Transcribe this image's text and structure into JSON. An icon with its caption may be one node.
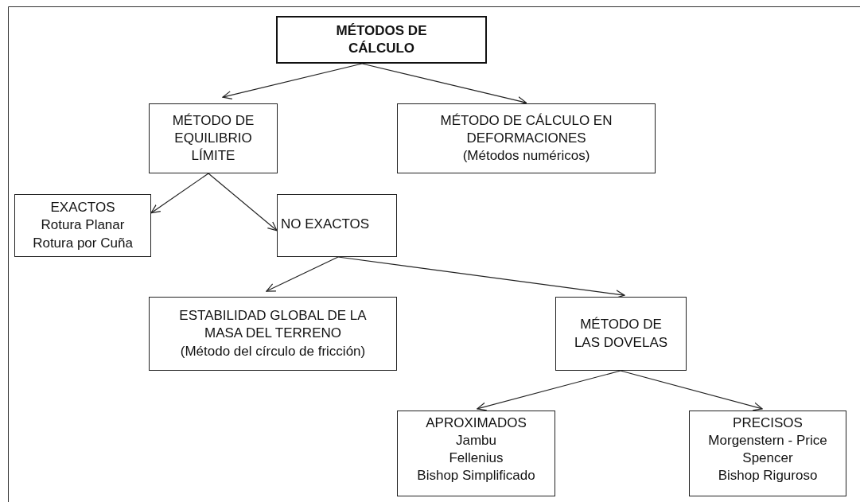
{
  "diagram": {
    "nodes": [
      {
        "text": [
          "MÉTODOS DE CÁLCULO"
        ]
      },
      {
        "text": [
          "MÉTODO DE EQUILIBRIO LÍMITE"
        ]
      },
      {
        "text": [
          "MÉTODO DE CÁLCULO EN DEFORMACIONES",
          "(Métodos numéricos)"
        ]
      },
      {
        "text": [
          "EXACTOS",
          "Rotura Planar",
          "Rotura por Cuña"
        ]
      },
      {
        "text": [
          "NO EXACTOS"
        ]
      },
      {
        "text": [
          "ESTABILIDAD GLOBAL DE LA MASA DEL TERRENO",
          "(Método del círculo de fricción)"
        ]
      },
      {
        "text": [
          "MÉTODO DE LAS DOVELAS"
        ]
      },
      {
        "text": [
          "APROXIMADOS",
          "Jambu",
          "Fellenius",
          "Bishop Simplificado"
        ]
      },
      {
        "text": [
          "PRECISOS",
          "Morgenstern - Price",
          "Spencer",
          "Bishop Riguroso"
        ]
      }
    ],
    "edges": [
      {
        "from": 0,
        "to": 1,
        "arrow": "to"
      },
      {
        "from": 0,
        "to": 2,
        "arrow": "to"
      },
      {
        "from": 1,
        "to": 3,
        "arrow": "to"
      },
      {
        "from": 1,
        "to": 4,
        "arrow": "to"
      },
      {
        "from": 4,
        "to": 5,
        "arrow": "to"
      },
      {
        "from": 4,
        "to": 6,
        "arrow": "to"
      },
      {
        "from": 6,
        "to": 7,
        "arrow": "to"
      },
      {
        "from": 6,
        "to": 8,
        "arrow": "to"
      }
    ]
  }
}
